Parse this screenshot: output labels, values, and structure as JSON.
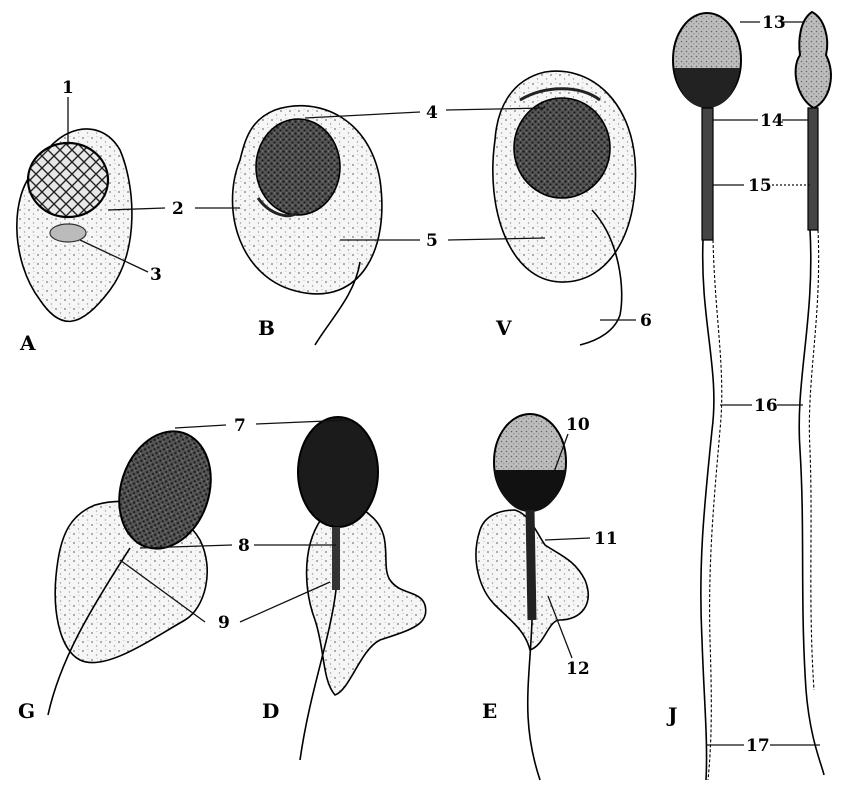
{
  "figure": {
    "panels": [
      "A",
      "B",
      "V",
      "G",
      "D",
      "E",
      "J"
    ],
    "labels": [
      "1",
      "2",
      "3",
      "4",
      "5",
      "6",
      "7",
      "8",
      "9",
      "10",
      "11",
      "12",
      "13",
      "14",
      "15",
      "16",
      "17"
    ]
  }
}
